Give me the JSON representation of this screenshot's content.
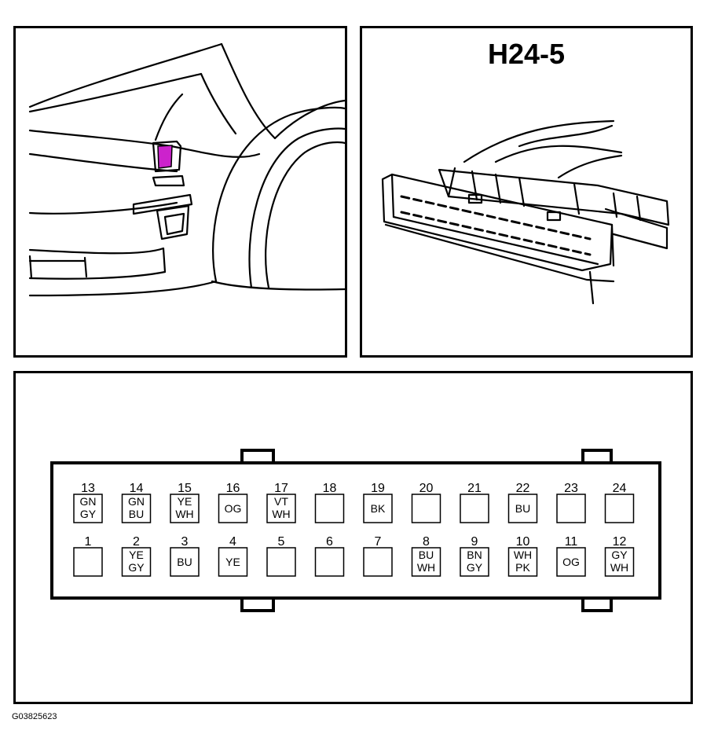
{
  "connector": {
    "title": "H24-5"
  },
  "highlight_color": "#cc22cc",
  "pins": {
    "top_row": [
      {
        "num": "13",
        "lines": [
          "GN",
          "GY"
        ]
      },
      {
        "num": "14",
        "lines": [
          "GN",
          "BU"
        ]
      },
      {
        "num": "15",
        "lines": [
          "YE",
          "WH"
        ]
      },
      {
        "num": "16",
        "lines": [
          "OG"
        ]
      },
      {
        "num": "17",
        "lines": [
          "VT",
          "WH"
        ]
      },
      {
        "num": "18",
        "lines": []
      },
      {
        "num": "19",
        "lines": [
          "BK"
        ]
      },
      {
        "num": "20",
        "lines": []
      },
      {
        "num": "21",
        "lines": []
      },
      {
        "num": "22",
        "lines": [
          "BU"
        ]
      },
      {
        "num": "23",
        "lines": []
      },
      {
        "num": "24",
        "lines": []
      }
    ],
    "bottom_row": [
      {
        "num": "1",
        "lines": []
      },
      {
        "num": "2",
        "lines": [
          "YE",
          "GY"
        ]
      },
      {
        "num": "3",
        "lines": [
          "BU"
        ]
      },
      {
        "num": "4",
        "lines": [
          "YE"
        ]
      },
      {
        "num": "5",
        "lines": []
      },
      {
        "num": "6",
        "lines": []
      },
      {
        "num": "7",
        "lines": []
      },
      {
        "num": "8",
        "lines": [
          "BU",
          "WH"
        ]
      },
      {
        "num": "9",
        "lines": [
          "BN",
          "GY"
        ]
      },
      {
        "num": "10",
        "lines": [
          "WH",
          "PK"
        ]
      },
      {
        "num": "11",
        "lines": [
          "OG"
        ]
      },
      {
        "num": "12",
        "lines": [
          "GY",
          "WH"
        ]
      }
    ]
  },
  "footer": {
    "figure_id": "G03825623"
  }
}
